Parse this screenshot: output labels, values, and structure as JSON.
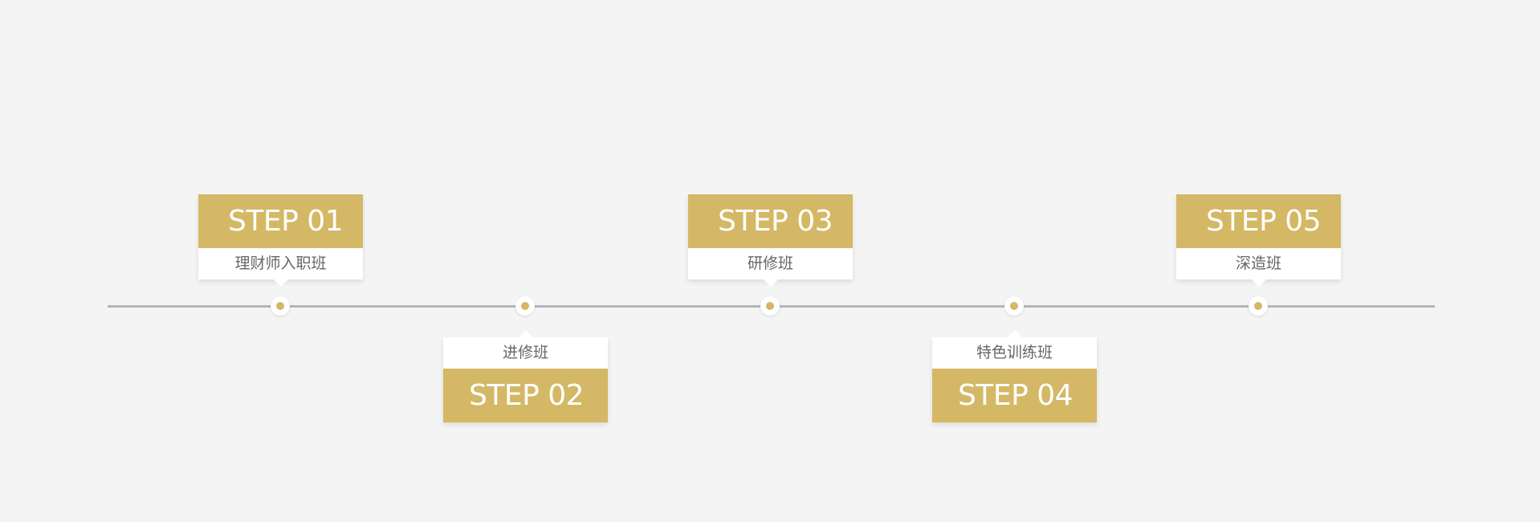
{
  "colors": {
    "accent": "#d4b865",
    "background": "#f4f4f4",
    "card": "#ffffff",
    "label_text": "#666666",
    "line": "#b5b5b5"
  },
  "steps": [
    {
      "step": "STEP 01",
      "label": "理财师入职班",
      "position": "above"
    },
    {
      "step": "STEP 02",
      "label": "进修班",
      "position": "below"
    },
    {
      "step": "STEP 03",
      "label": "研修班",
      "position": "above"
    },
    {
      "step": "STEP 04",
      "label": "特色训练班",
      "position": "below"
    },
    {
      "step": "STEP 05",
      "label": "深造班",
      "position": "above"
    }
  ]
}
